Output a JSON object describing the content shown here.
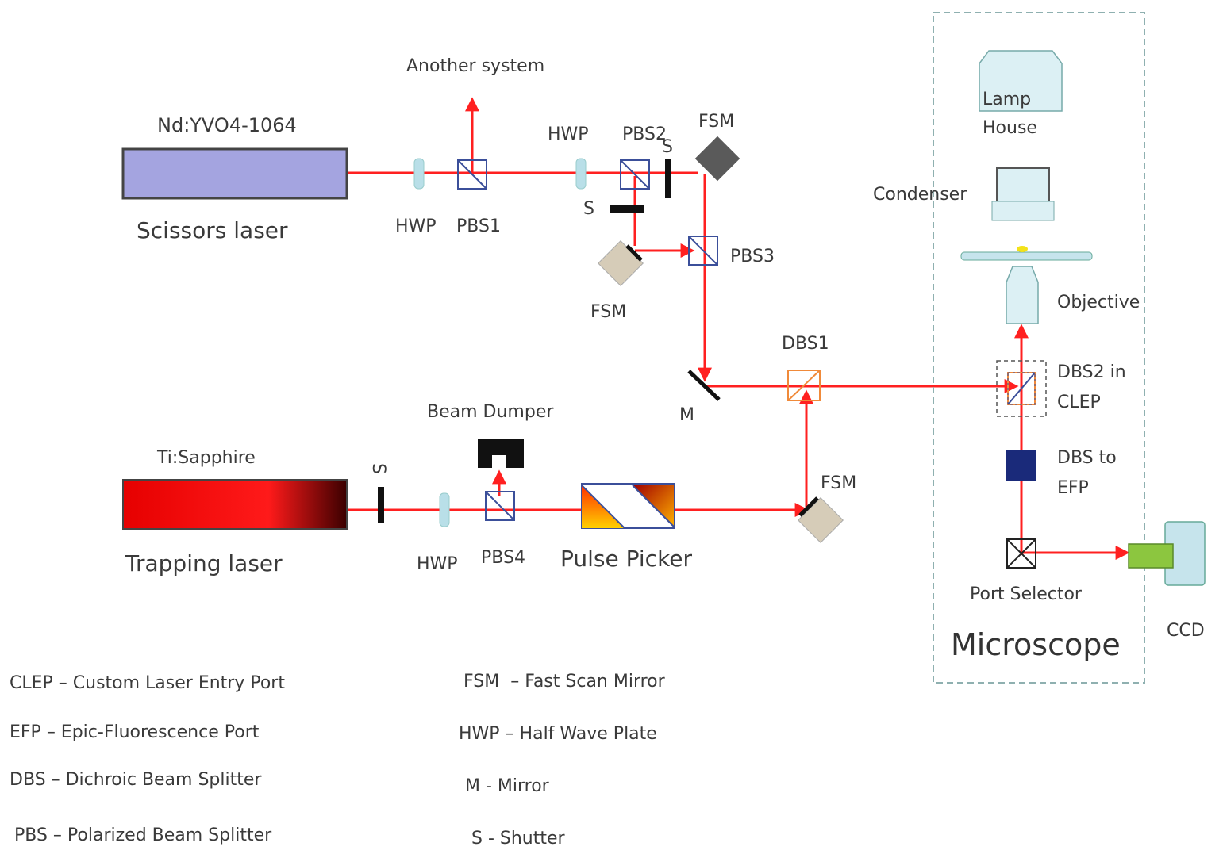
{
  "colors": {
    "beam": "#ff2020",
    "scissors_laser": "#a4a4e0",
    "wave_plate": "#b9dfe8",
    "splitter_blue": "#3b4f9a",
    "splitter_orange": "#f08a3a",
    "mirror_fill": "#d6ccb8",
    "mirror_dark": "#5a5a5a",
    "microscope_box": "#8fb0b0",
    "microscope_part": "#dcf0f4",
    "dbs_efp": "#1a2a7a",
    "ccd_adapter": "#8cc63f",
    "ccd_body": "#c6e4ec"
  },
  "labels": {
    "another_system": "Another system",
    "scissors_model": "Nd:YVO4-1064",
    "scissors_name": "Scissors laser",
    "hwp1": "HWP",
    "pbs1": "PBS1",
    "hwp2": "HWP",
    "pbs2": "PBS2",
    "s_top": "S",
    "fsm_top": "FSM",
    "s_mid": "S",
    "fsm_mid": "FSM",
    "pbs3": "PBS3",
    "dbs1": "DBS1",
    "m": "M",
    "beam_dumper": "Beam Dumper",
    "trap_model": "Ti:Sapphire",
    "s_trap": "S",
    "trap_name": "Trapping laser",
    "hwp3": "HWP",
    "pbs4": "PBS4",
    "pulse_picker": "Pulse Picker",
    "fsm_bottom": "FSM",
    "lamp": "Lamp",
    "house": "House",
    "condenser": "Condenser",
    "objective": "Objective",
    "dbs2_line1": "DBS2 in",
    "dbs2_line2": "CLEP",
    "dbs_efp_line1": "DBS to",
    "dbs_efp_line2": "EFP",
    "port_selector": "Port Selector",
    "microscope": "Microscope",
    "ccd": "CCD"
  },
  "legend": {
    "left": [
      "CLEP – Custom Laser Entry Port",
      "EFP – Epic-Fluorescence Port",
      "DBS – Dichroic Beam Splitter",
      "PBS – Polarized Beam Splitter"
    ],
    "right": [
      "FSM  – Fast Scan Mirror",
      "HWP – Half Wave Plate",
      "M - Mirror",
      "S - Shutter"
    ]
  }
}
